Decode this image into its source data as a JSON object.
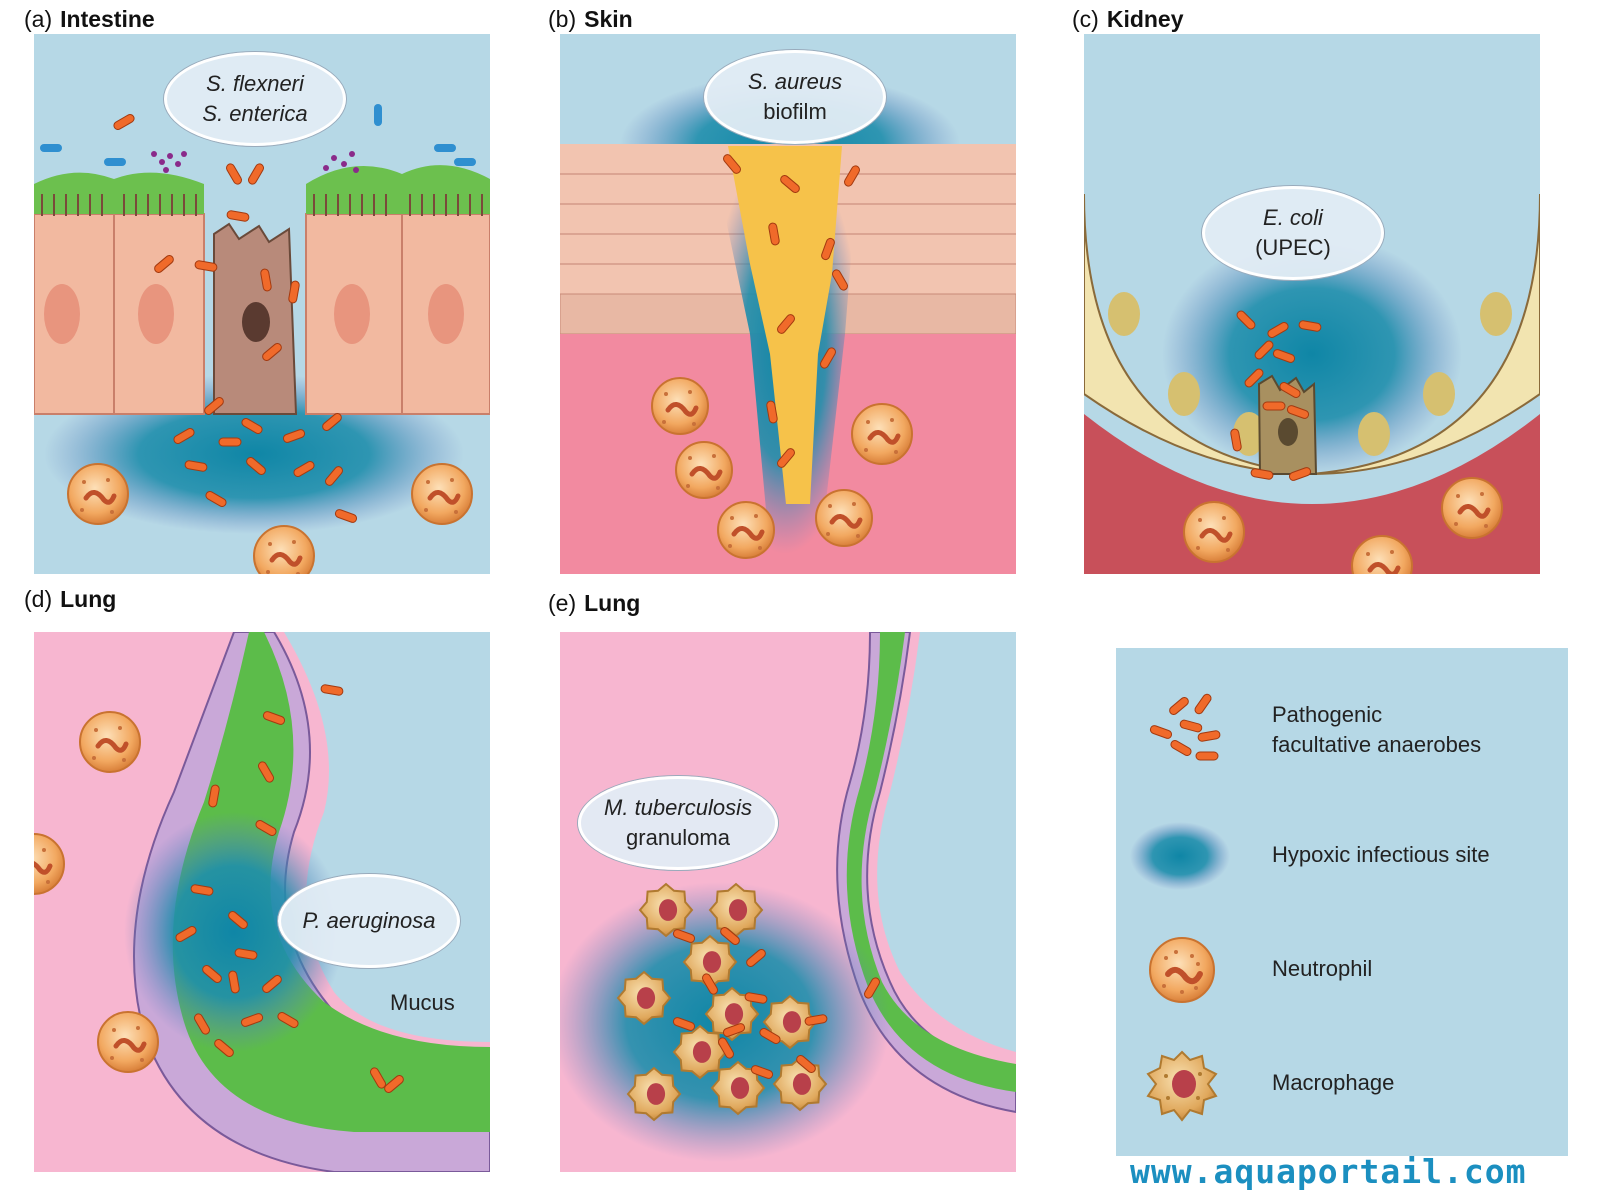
{
  "panels": {
    "a": {
      "letter": "(a)",
      "organ": "Intestine",
      "callout_lines": [
        "S. flexneri",
        "S. enterica"
      ]
    },
    "b": {
      "letter": "(b)",
      "organ": "Skin",
      "callout_italic": "S. aureus",
      "callout_plain": "biofilm"
    },
    "c": {
      "letter": "(c)",
      "organ": "Kidney",
      "callout_italic": "E. coli",
      "callout_plain": "(UPEC)"
    },
    "d": {
      "letter": "(d)",
      "organ": "Lung",
      "callout_italic": "P. aeruginosa",
      "mucus": "Mucus"
    },
    "e": {
      "letter": "(e)",
      "organ": "Lung",
      "callout_italic": "M. tuberculosis",
      "callout_plain": "granuloma"
    }
  },
  "legend": {
    "items": [
      {
        "icon": "bacteria-icon",
        "line1": "Pathogenic",
        "line2": "facultative anaerobes"
      },
      {
        "icon": "hypoxia-icon",
        "line1": "Hypoxic infectious site",
        "line2": ""
      },
      {
        "icon": "neutrophil-icon",
        "line1": "Neutrophil",
        "line2": ""
      },
      {
        "icon": "macrophage-icon",
        "line1": "Macrophage",
        "line2": ""
      }
    ]
  },
  "watermark": "www.aquaportail.com",
  "colors": {
    "lumen": "#b6d8e6",
    "hypoxia": "#1a8aa6",
    "bacteria": "#f06a2a",
    "epithelium_intestine": "#f2b9a0",
    "skin_dermis": "#f28aa0",
    "kidney_cell": "#f2e4b0",
    "lung_mucus": "#5cbc4a",
    "lung_wall": "#c9a8d8",
    "lung_bg": "#f7b6d0",
    "neutrophil": "#f3b070",
    "macrophage": "#e8b870"
  }
}
